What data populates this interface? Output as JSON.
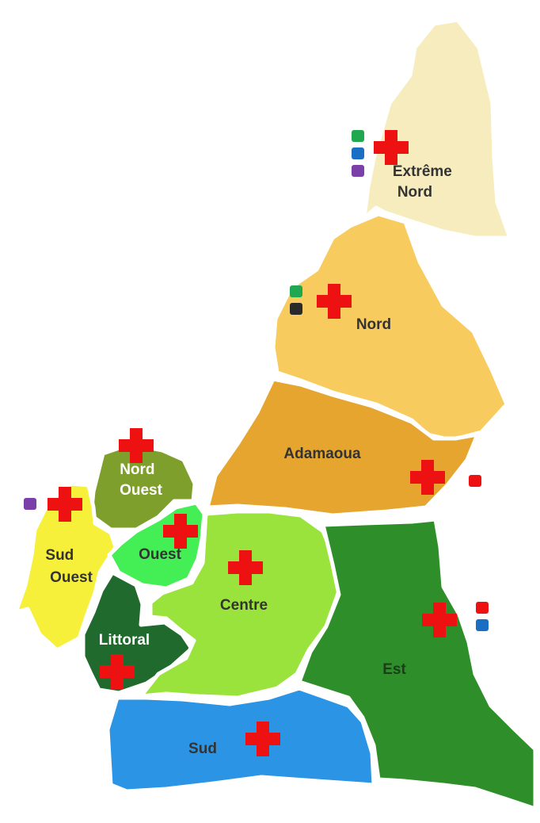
{
  "map": {
    "colors": {
      "extreme_nord": "#f7ecbd",
      "nord": "#f8cb5e",
      "adamaoua": "#e5a52e",
      "nord_ouest": "#7f9f2c",
      "sud_ouest": "#f7f03a",
      "ouest": "#44ee55",
      "littoral": "#1f6a2c",
      "centre": "#9ae23c",
      "est": "#2e8e2a",
      "sud": "#2b94e5",
      "cross": "#ee1111",
      "marker_green": "#1fa84f",
      "marker_blue": "#1a6fc4",
      "marker_purple": "#7a3fa8",
      "marker_black": "#2a2a2a",
      "marker_red": "#ee1111"
    },
    "regions": [
      {
        "key": "extreme_nord",
        "lines": [
          "Extrême",
          "Nord"
        ],
        "label_color": "#333333"
      },
      {
        "key": "nord",
        "lines": [
          "Nord"
        ],
        "label_color": "#333333"
      },
      {
        "key": "adamaoua",
        "lines": [
          "Adamaoua"
        ],
        "label_color": "#333333"
      },
      {
        "key": "nord_ouest",
        "lines": [
          "Nord",
          "Ouest"
        ],
        "label_color": "#ffffff"
      },
      {
        "key": "sud_ouest",
        "lines": [
          "Sud",
          "Ouest"
        ],
        "label_color": "#333333"
      },
      {
        "key": "ouest",
        "lines": [
          "Ouest"
        ],
        "label_color": "#333333"
      },
      {
        "key": "littoral",
        "lines": [
          "Littoral"
        ],
        "label_color": "#ffffff"
      },
      {
        "key": "centre",
        "lines": [
          "Centre"
        ],
        "label_color": "#333333"
      },
      {
        "key": "est",
        "lines": [
          "Est"
        ],
        "label_color": "#1a3d1a"
      },
      {
        "key": "sud",
        "lines": [
          "Sud"
        ],
        "label_color": "#333333"
      }
    ],
    "markers": [
      {
        "region": "extreme_nord",
        "colors": [
          "marker_green",
          "marker_blue",
          "marker_purple"
        ]
      },
      {
        "region": "nord",
        "colors": [
          "marker_green",
          "marker_black"
        ]
      },
      {
        "region": "adamaoua",
        "colors": [
          "marker_red"
        ]
      },
      {
        "region": "sud_ouest",
        "colors": [
          "marker_purple"
        ]
      },
      {
        "region": "est",
        "colors": [
          "marker_red",
          "marker_blue"
        ]
      }
    ]
  }
}
